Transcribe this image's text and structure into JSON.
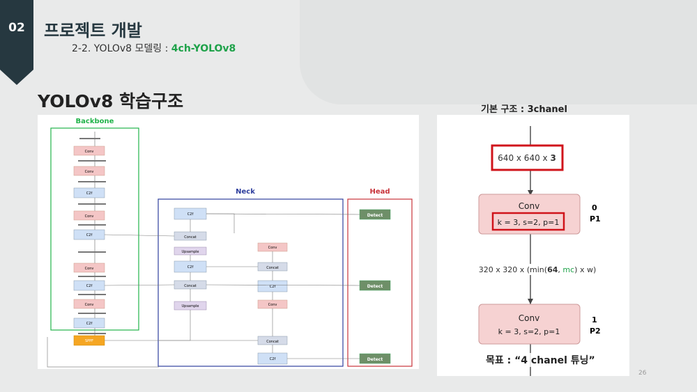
{
  "section": {
    "number": "02",
    "title": "프로젝트 개발",
    "subtitle_prefix": "2-2. YOLOv8 모델링 : ",
    "subtitle_highlight": "4ch-YOLOv8"
  },
  "heading": "YOLOv8 학습구조",
  "right_title": "기본 구조 : 3chanel",
  "goal": "목표 : “4 chanel 튜닝”",
  "page_number": "26",
  "left_diagram": {
    "backbone_label": "Backbone",
    "neck_label": "Neck",
    "head_label": "Head",
    "backbone_blocks": [
      "Conv",
      "Conv",
      "C2f",
      "Conv",
      "C2f",
      "Conv",
      "C2f",
      "Conv",
      "C2f",
      "SPPF"
    ],
    "neck_blocks": [
      "C2f",
      "Concat",
      "Upsample",
      "C2f",
      "Concat",
      "Upsample",
      "Conv",
      "Concat",
      "C2f",
      "Conv",
      "Concat",
      "C2f"
    ],
    "detect_label": "Detect"
  },
  "right_diagram": {
    "input_shape_prefix": "640 x 640 x ",
    "input_shape_bold": "3",
    "block1_name": "Conv",
    "block1_params": "k = 3, s=2, p=1",
    "block1_index": "0",
    "block1_level": "P1",
    "mid_shape_prefix": "320 x 320 x (min(",
    "mid_shape_64": "64",
    "mid_shape_mc": "mc",
    "mid_shape_suffix": ") x w)",
    "block2_name": "Conv",
    "block2_params": "k = 3, s=2, p=1",
    "block2_index": "1",
    "block2_level": "P2"
  },
  "colors": {
    "badge": "#263840",
    "highlight_green": "#1fa24a",
    "backbone_green": "#21b34a",
    "neck_blue": "#2f3f9e",
    "head_red": "#c8333a",
    "red_box": "#d0141b"
  }
}
